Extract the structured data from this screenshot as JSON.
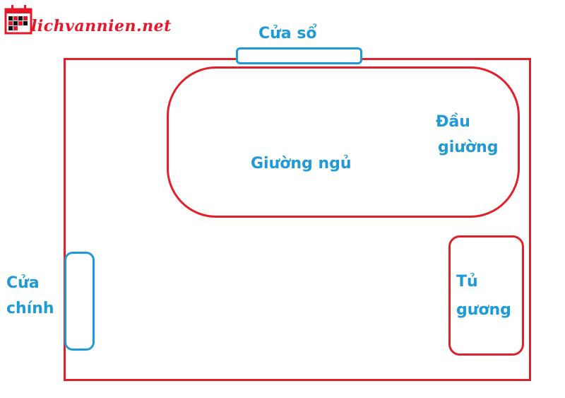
{
  "logo": {
    "text": "lichvannien.net",
    "color": "#e8162a"
  },
  "labels": {
    "window": "Cửa sổ",
    "bed": "Giường ngủ",
    "headboard_line1": "Đầu",
    "headboard_line2": "giường",
    "door_line1": "Cửa",
    "door_line2": "chính",
    "wardrobe_line1": "Tủ",
    "wardrobe_line2": "gương"
  },
  "colors": {
    "outline_red": "#e0202a",
    "outline_blue": "#1e9ad6",
    "text": "#1e9ad6"
  }
}
